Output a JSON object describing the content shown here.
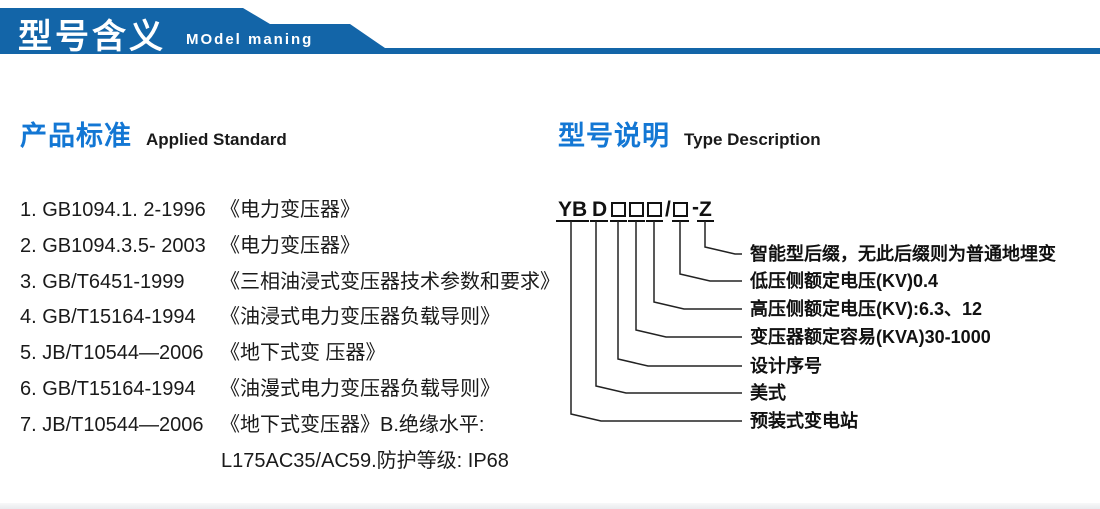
{
  "header": {
    "title_cn": "型号含义",
    "title_en": "MOdel maning"
  },
  "standards": {
    "title_cn": "产品标准",
    "title_en": "Applied Standard",
    "items": [
      {
        "prefix": "1. GB1094.1. 2-1996",
        "title": "《电力变压器》"
      },
      {
        "prefix": "2. GB1094.3.5- 2003",
        "title": "《电力变压器》"
      },
      {
        "prefix": "3. GB/T6451-1999",
        "title": "《三相油浸式变压器技术参数和要求》"
      },
      {
        "prefix": "4. GB/T15164-1994",
        "title": "《油浸式电力变压器负载导则》"
      },
      {
        "prefix": "5. JB/T10544—2006",
        "title": "《地下式变 压器》"
      },
      {
        "prefix": "6. GB/T15164-1994",
        "title": "《油漫式电力变压器负载导则》"
      },
      {
        "prefix": "7. JB/T10544—2006",
        "title": "《地下式变压器》B.绝缘水平:"
      }
    ],
    "continuation": "L175AC35/AC59.防护等级: IP68"
  },
  "type_desc": {
    "title_cn": "型号说明",
    "title_en": "Type Description",
    "code": {
      "yb": "YB",
      "d": "D",
      "slash": "/",
      "dash": "-",
      "z": "Z"
    },
    "labels": [
      "智能型后缀，无此后缀则为普通地埋变",
      "低压侧额定电压(KV)0.4",
      "高压侧额定电压(KV):6.3、12",
      "变压器额定容易(KVA)30-1000",
      "设计序号",
      "美式",
      "预装式变电站"
    ]
  },
  "colors": {
    "banner_blue": "#1365a8",
    "title_blue": "#1377d4"
  }
}
